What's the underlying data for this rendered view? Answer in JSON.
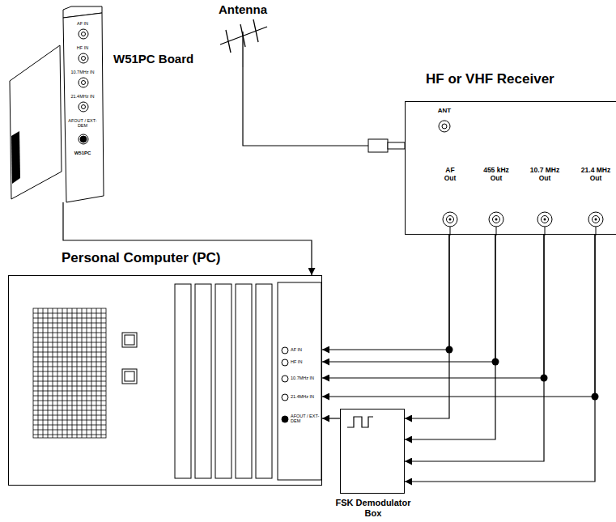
{
  "diagram": {
    "nodes": [
      {
        "text": [
          "W51PC Board",
          "AF IN",
          "HF IN",
          "10.7MHz IN",
          "21.4MHz IN",
          "AFOUT / EXT-DEM",
          "W51PC"
        ]
      },
      {
        "text": [
          "Antenna"
        ]
      },
      {
        "text": [
          "HF or VHF Receiver",
          "ANT",
          "AF Out",
          "455 kHz Out",
          "10.7 MHz Out",
          "21.4 MHz Out"
        ]
      },
      {
        "text": [
          "Personal Computer (PC)",
          "AF IN",
          "HF IN",
          "10.7MHz IN",
          "21.4MHz IN",
          "AFOUT / EXT-DEM"
        ]
      },
      {
        "text": [
          "FSK Demodulator Box"
        ]
      }
    ],
    "edges": [
      {
        "from": 1,
        "to": 2,
        "arrow": "none"
      },
      {
        "from": 0,
        "to": 3,
        "arrow": "to"
      },
      {
        "from": 2,
        "to": 3,
        "arrow": "to"
      },
      {
        "from": 2,
        "to": 4,
        "arrow": "to"
      },
      {
        "from": 2,
        "to": 3,
        "arrow": "to"
      },
      {
        "from": 2,
        "to": 4,
        "arrow": "to"
      },
      {
        "from": 2,
        "to": 3,
        "arrow": "to"
      },
      {
        "from": 2,
        "to": 4,
        "arrow": "to"
      },
      {
        "from": 2,
        "to": 3,
        "arrow": "to"
      },
      {
        "from": 2,
        "to": 4,
        "arrow": "to"
      },
      {
        "from": 4,
        "to": 3,
        "arrow": "to"
      }
    ]
  }
}
